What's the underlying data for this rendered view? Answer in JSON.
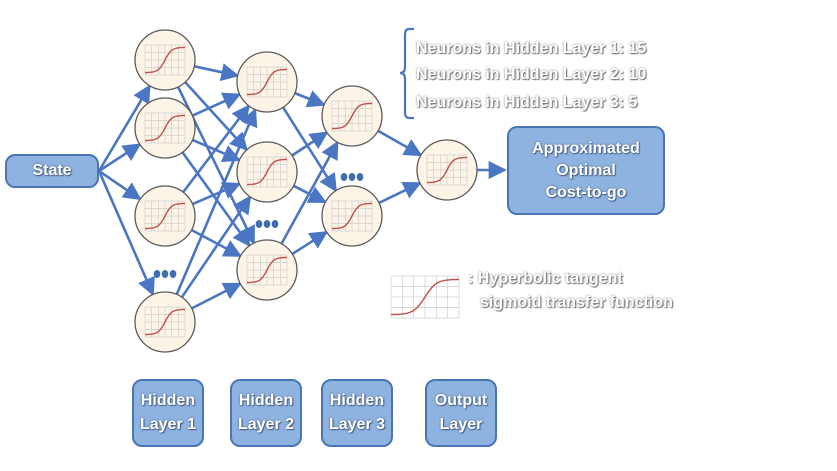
{
  "input": {
    "label": "State"
  },
  "output": {
    "label": "Approximated\nOptimal\nCost-to-go"
  },
  "neuron_counts": [
    "Neurons in Hidden Layer 1: 15",
    "Neurons in Hidden Layer 2: 10",
    "Neurons in Hidden Layer 3:  5"
  ],
  "legend": {
    "line1": ": Hyperbolic tangent",
    "line2": "sigmoid transfer function"
  },
  "layer_labels": [
    "Hidden\nLayer 1",
    "Hidden\nLayer 2",
    "Hidden\nLayer 3",
    "Output\nLayer"
  ],
  "ellipsis": "●●●",
  "colors": {
    "box_fill": "#8eb3e0",
    "box_border": "#4a76b8",
    "connection": "#4a76c4",
    "neuron_fill": "#fdf4e8",
    "neuron_border": "#5a5a5a",
    "sigmoid_curve": "#c0504d",
    "grid": "#cfcfcf"
  }
}
